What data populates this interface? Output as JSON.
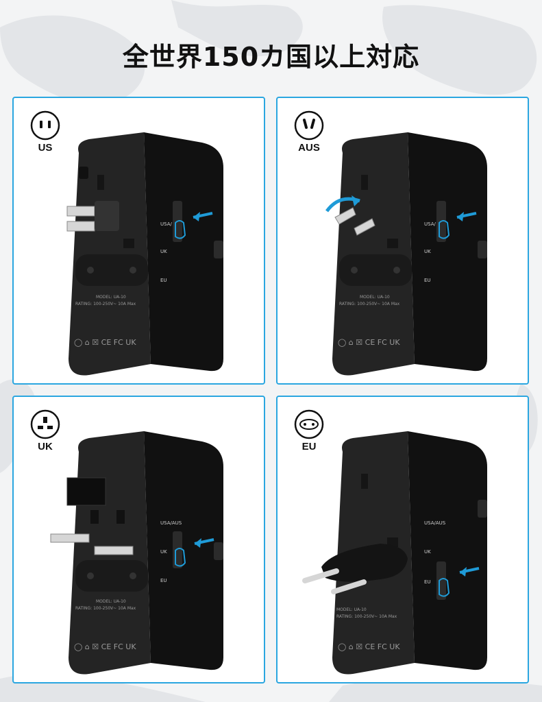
{
  "title": "全世界150カ国以上対応",
  "panels": [
    {
      "label": "US"
    },
    {
      "label": "AUS"
    },
    {
      "label": "UK"
    },
    {
      "label": "EU"
    }
  ],
  "product_text": {
    "model": "MODEL: UA-10",
    "rating": "RATING: 100-250V~ 10A Max",
    "side_usa": "USA/",
    "side_usa_aus": "USA/AUS",
    "side_uk": "UK",
    "side_eu": "EU"
  },
  "colors": {
    "frame": "#2aa6e0",
    "arrow": "#1f9bd7",
    "body": "#1b1b1b"
  }
}
